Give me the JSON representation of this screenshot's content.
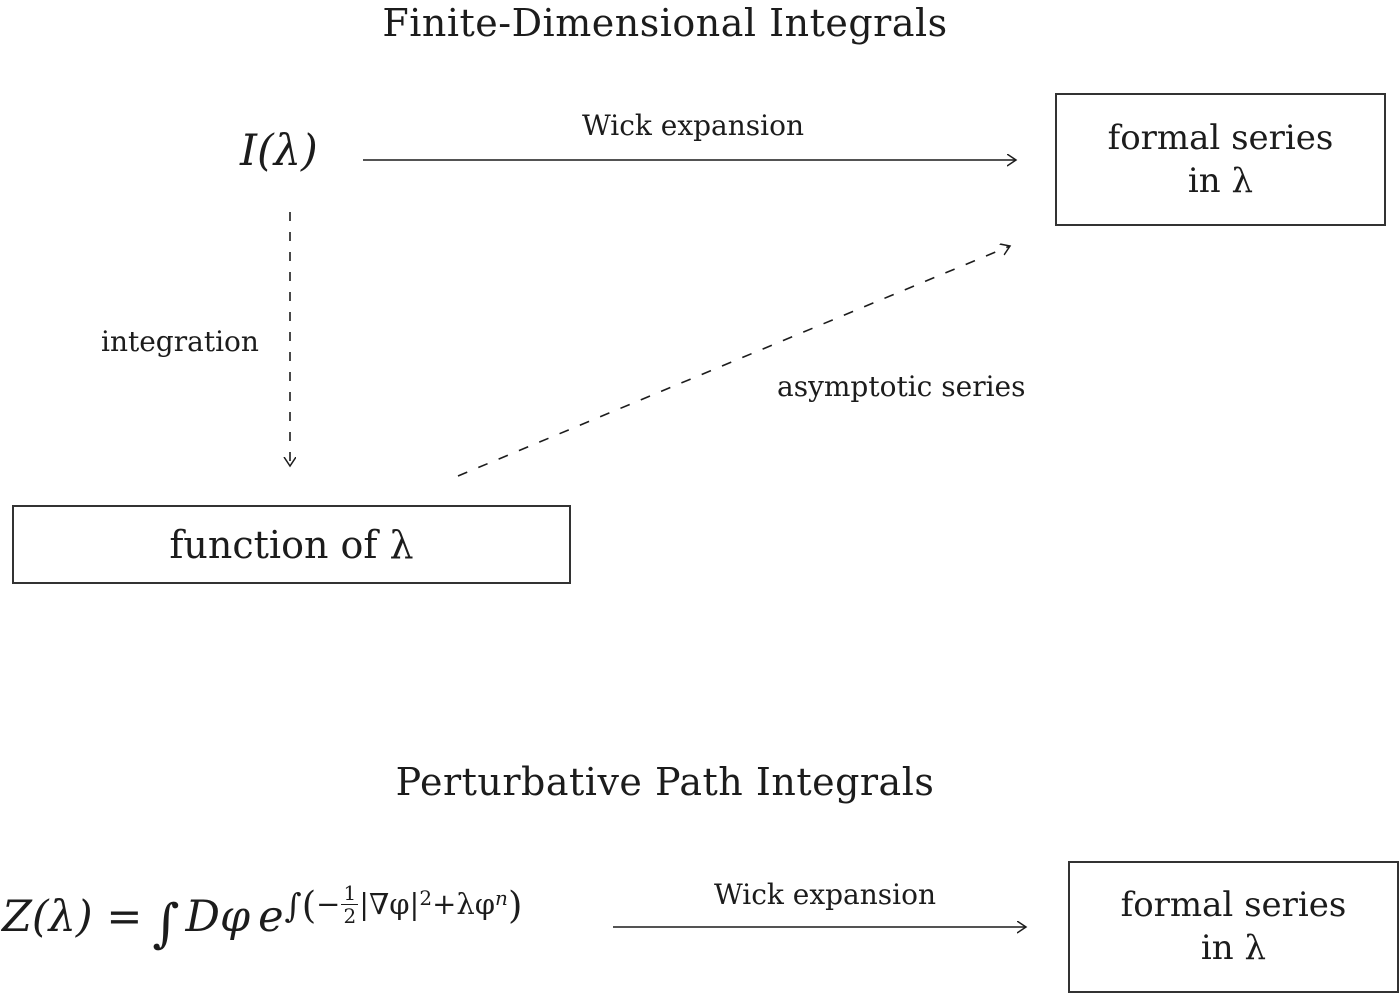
{
  "colors": {
    "background": "#ffffff",
    "ink": "#1c1c1c",
    "box_border": "#333333"
  },
  "top_section": {
    "title": "Finite-Dimensional Integrals",
    "source_label": "I(λ)",
    "wick_arrow_label": "Wick expansion",
    "integration_arrow_label": "integration",
    "asymptotic_arrow_label": "asymptotic series",
    "formal_series_box": {
      "line1": "formal series",
      "line2": "in λ"
    },
    "function_box": {
      "label": "function of λ"
    }
  },
  "bottom_section": {
    "title": "Perturbative Path Integrals",
    "wick_arrow_label": "Wick expansion",
    "formal_series_box": {
      "line1": "formal series",
      "line2": "in λ"
    },
    "formula": {
      "text": "Z(λ) = ∫ Dφ e^{∫(−1/2 |∇φ|² + λφ^n)}",
      "lhs": "Z(λ) =",
      "integral": "∫",
      "measure": "Dφ",
      "exp_base": "e",
      "exp_integral": "∫",
      "exp_open_paren": "(",
      "exp_minus": "−",
      "frac_numerator": "1",
      "frac_denominator": "2",
      "exp_body_1": "|∇φ|",
      "exp_sup_1": "2",
      "exp_body_2": "+λφ",
      "exp_sup_2": "n",
      "exp_close_paren": ")"
    }
  }
}
